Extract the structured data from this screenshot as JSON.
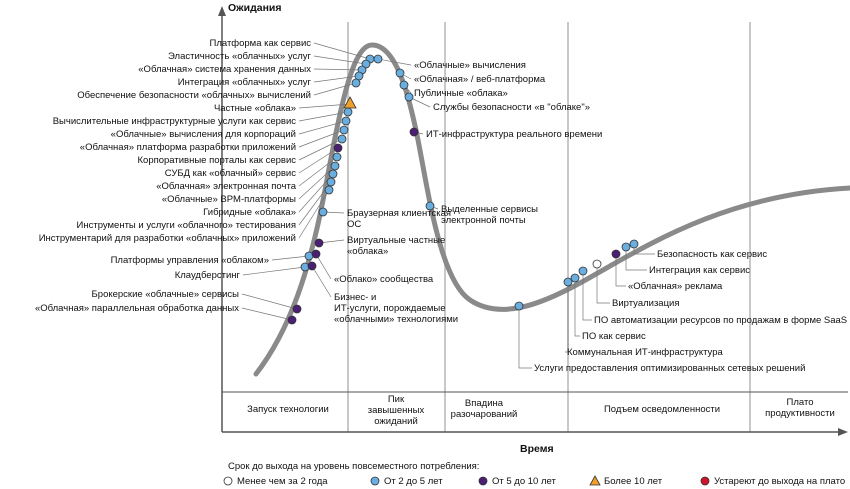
{
  "chart_data": {
    "type": "scatter",
    "title": "",
    "ylabel": "Ожидания",
    "xlabel": "Время",
    "phases": [
      "Запуск технологии",
      "Пик завышенных ожиданий",
      "Впадина разочарований",
      "Подъем осведомленности",
      "Плато продуктивности"
    ],
    "legend": {
      "title": "Срок до выхода на уровень повсеместного потребления:",
      "items": [
        {
          "key": "lt2",
          "label": "Менее чем за 2 года",
          "color": "#ffffff",
          "shape": "circle"
        },
        {
          "key": "2to5",
          "label": "От 2 до 5 лет",
          "color": "#6aaee0",
          "shape": "circle"
        },
        {
          "key": "5to10",
          "label": "От 5 до 10 лет",
          "color": "#4b1f73",
          "shape": "circle"
        },
        {
          "key": "gt10",
          "label": "Более 10 лет",
          "color": "#f0a02a",
          "shape": "triangle"
        },
        {
          "key": "obsolete",
          "label": "Устареют до выхода на плато",
          "color": "#d0142c",
          "shape": "circle"
        }
      ]
    },
    "points": [
      {
        "label": "Платформа как сервис",
        "cat": "2to5"
      },
      {
        "label": "Эластичность «облачных» услуг",
        "cat": "2to5"
      },
      {
        "label": "«Облачная» система хранения данных",
        "cat": "2to5"
      },
      {
        "label": "Интеграция «облачных» услуг",
        "cat": "2to5"
      },
      {
        "label": "Обеспечение безопасности «облачных» вычислений",
        "cat": "2to5"
      },
      {
        "label": "Частные «облака»",
        "cat": "gt10"
      },
      {
        "label": "Вычислительные инфраструктурные услуги как сервис",
        "cat": "2to5"
      },
      {
        "label": "«Облачные» вычисления для корпораций",
        "cat": "2to5"
      },
      {
        "label": "«Облачная» платформа разработки приложений",
        "cat": "2to5"
      },
      {
        "label": "Корпоративные порталы как сервис",
        "cat": "2to5"
      },
      {
        "label": "СУБД как «облачный» сервис",
        "cat": "5to10"
      },
      {
        "label": "«Облачная» электронная почта",
        "cat": "2to5"
      },
      {
        "label": "«Облачные» BPM-платформы",
        "cat": "2to5"
      },
      {
        "label": "Гибридные «облака»",
        "cat": "2to5"
      },
      {
        "label": "Инструменты и услуги «облачного» тестирования",
        "cat": "2to5"
      },
      {
        "label": "Инструментарий для разработки «облачных» приложений",
        "cat": "2to5"
      },
      {
        "label": "Платформы управления «облаком»",
        "cat": "2to5"
      },
      {
        "label": "Клаудберстинг",
        "cat": "2to5"
      },
      {
        "label": "Брокерские «облачные» сервисы",
        "cat": "5to10"
      },
      {
        "label": "«Облачная» параллельная обработка данных",
        "cat": "5to10"
      },
      {
        "label": "Браузерная клиентская ОС",
        "cat": "2to5"
      },
      {
        "label": "Виртуальные частные «облака»",
        "cat": "5to10"
      },
      {
        "label": "«Облако» сообщества",
        "cat": "5to10"
      },
      {
        "label": "Бизнес- и ИТ-услуги, порождаемые «облачными» технологиями",
        "cat": "5to10"
      },
      {
        "label": "«Облачные» вычисления",
        "cat": "2to5"
      },
      {
        "label": "«Облачная» / веб-платформа",
        "cat": "2to5"
      },
      {
        "label": "Публичные «облака»",
        "cat": "2to5"
      },
      {
        "label": "Службы безопасности «в \"облаке\"»",
        "cat": "2to5"
      },
      {
        "label": "ИТ-инфраструктура реального времени",
        "cat": "5to10"
      },
      {
        "label": "Выделенные сервисы электронной почты",
        "cat": "2to5"
      },
      {
        "label": "Безопасность как сервис",
        "cat": "2to5"
      },
      {
        "label": "Интеграция как сервис",
        "cat": "2to5"
      },
      {
        "label": "«Облачная» реклама",
        "cat": "5to10"
      },
      {
        "label": "Виртуализация",
        "cat": "lt2"
      },
      {
        "label": "ПО автоматизации ресурсов по продажам в форме SaaS",
        "cat": "2to5"
      },
      {
        "label": "ПО как сервис",
        "cat": "2to5"
      },
      {
        "label": "Коммунальная ИТ-инфраструктура",
        "cat": "2to5"
      },
      {
        "label": "Услуги предоставления оптимизированных сетевых решений",
        "cat": "2to5"
      }
    ]
  }
}
